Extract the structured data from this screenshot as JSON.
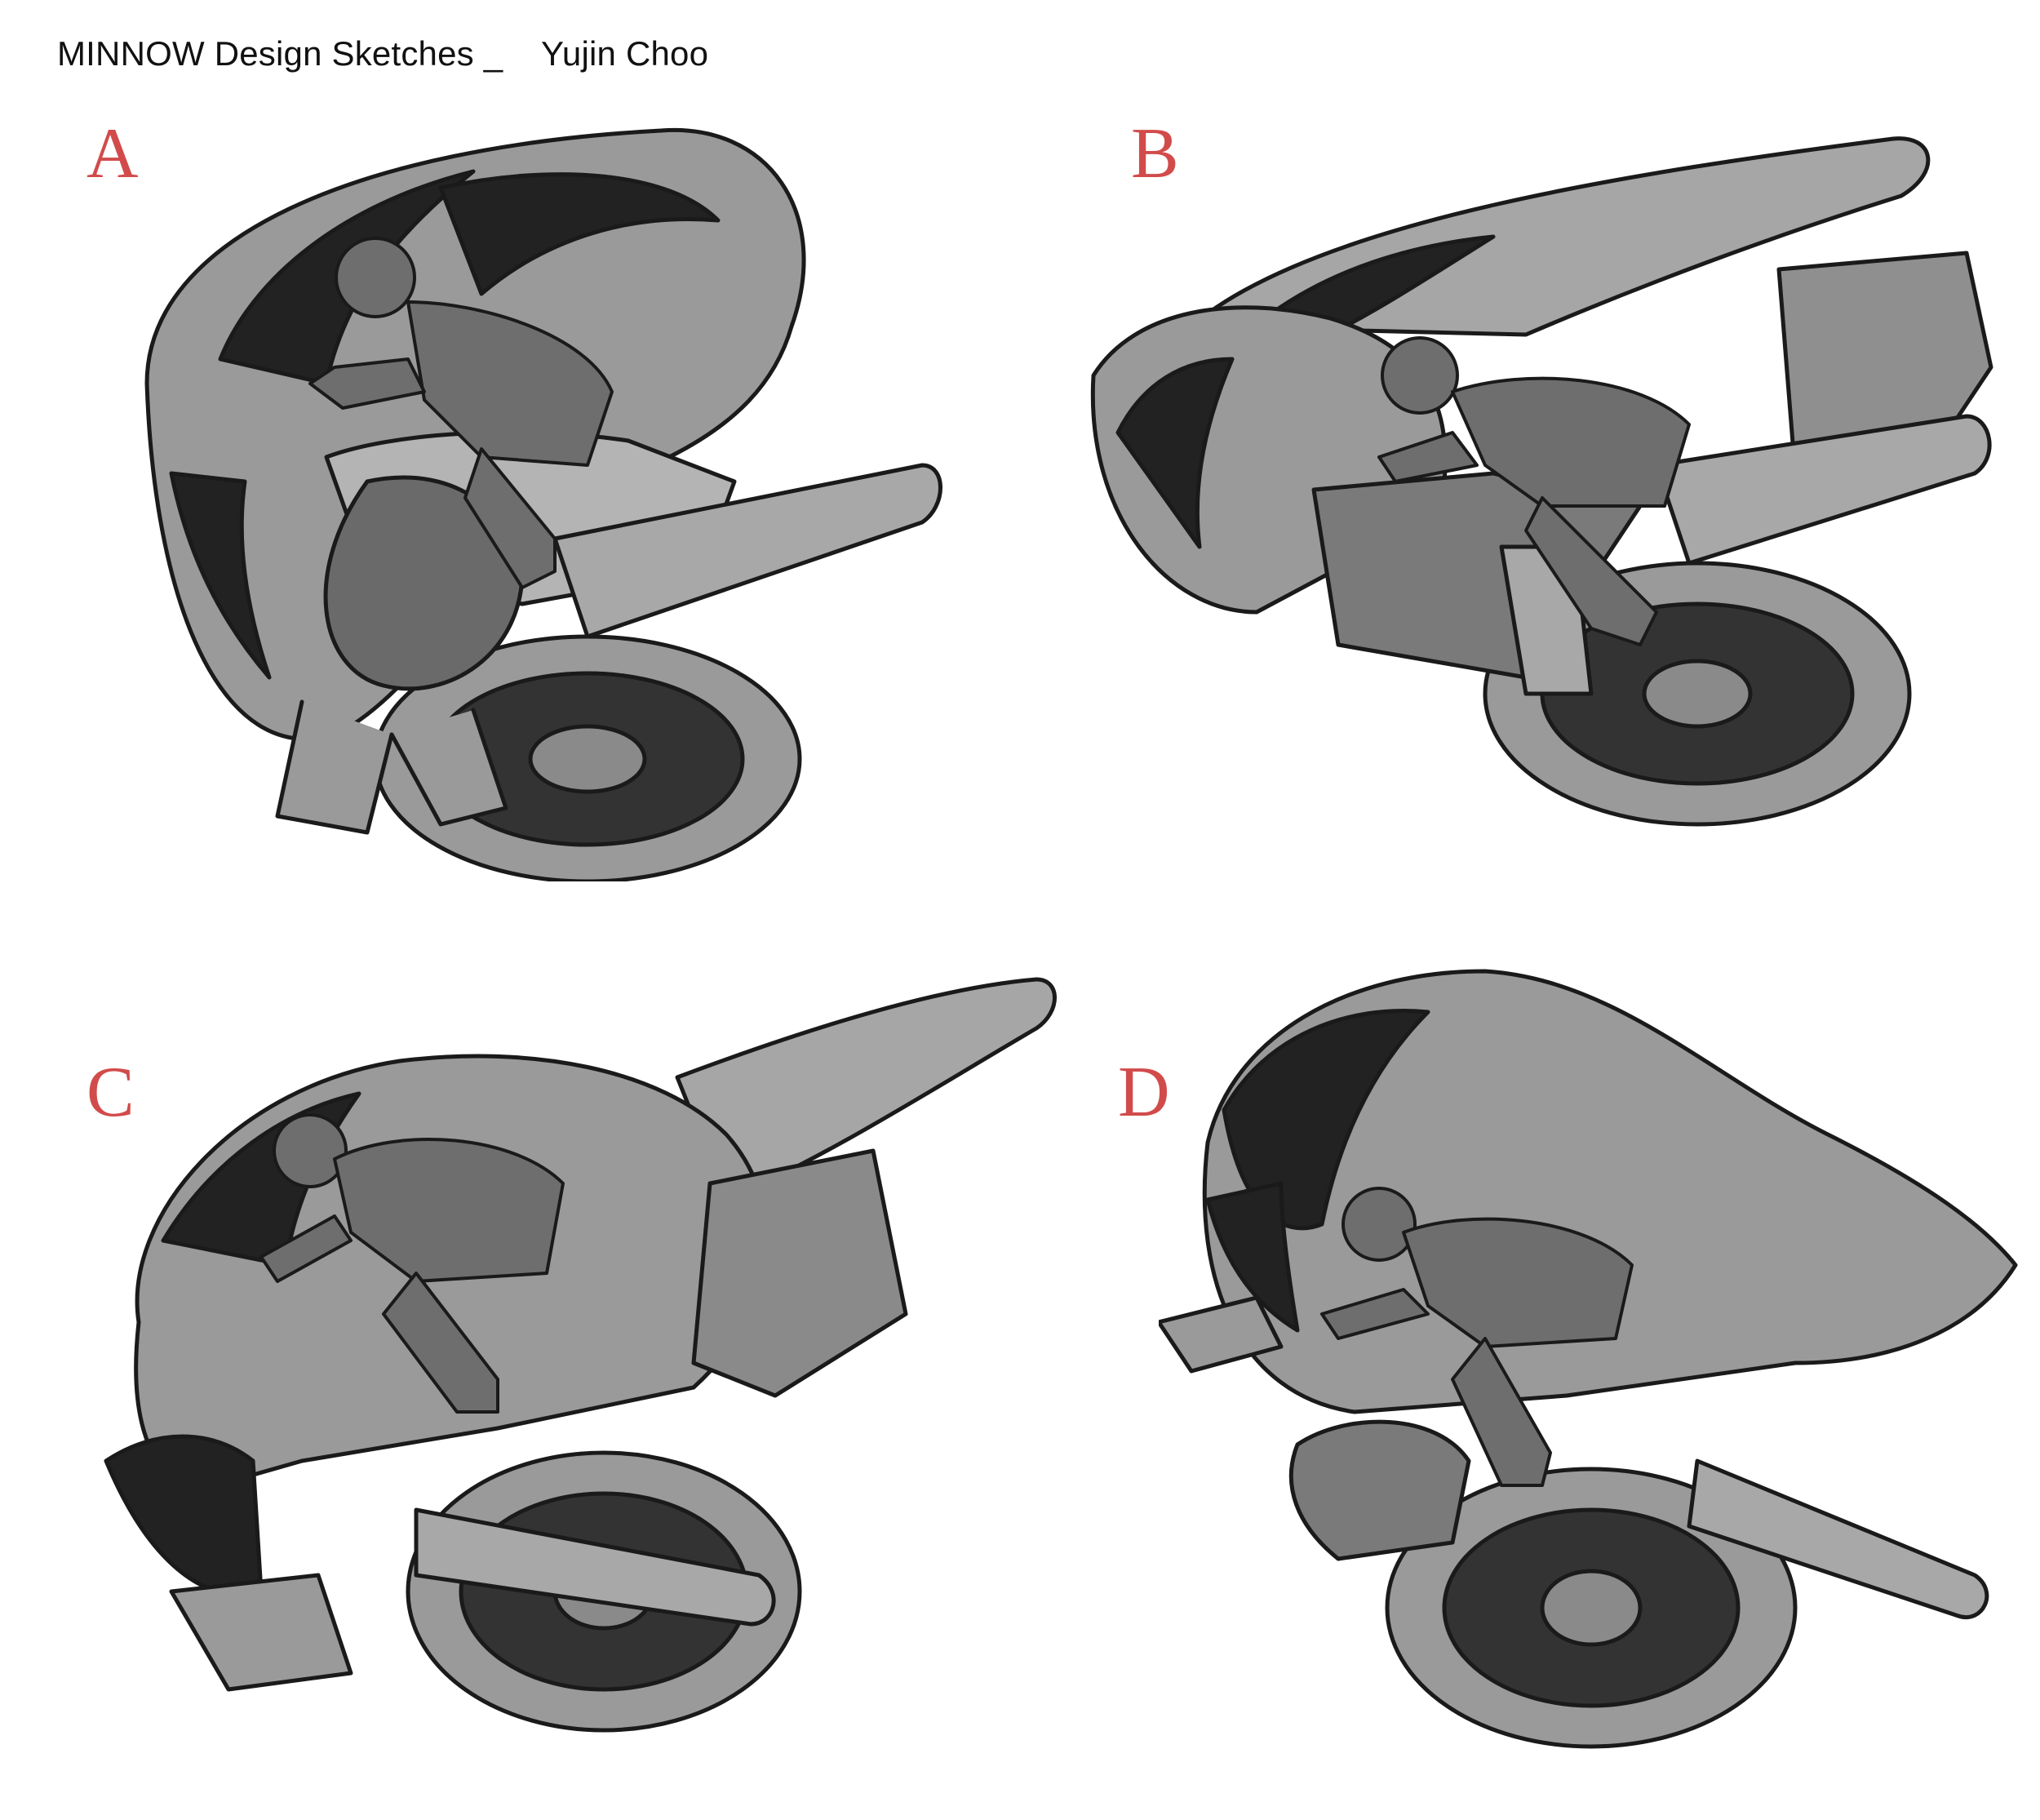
{
  "header": {
    "title": "MINNOW Design Sketches _    Yujin Choo"
  },
  "panels": [
    {
      "letter": "A"
    },
    {
      "letter": "B"
    },
    {
      "letter": "C"
    },
    {
      "letter": "D"
    }
  ],
  "colors": {
    "letter": "#d24b4b",
    "body_gray": "#9a9a9a",
    "shadow_dark": "#222222",
    "rider_gray": "#6e6e6e",
    "line": "#1a1a1a"
  }
}
